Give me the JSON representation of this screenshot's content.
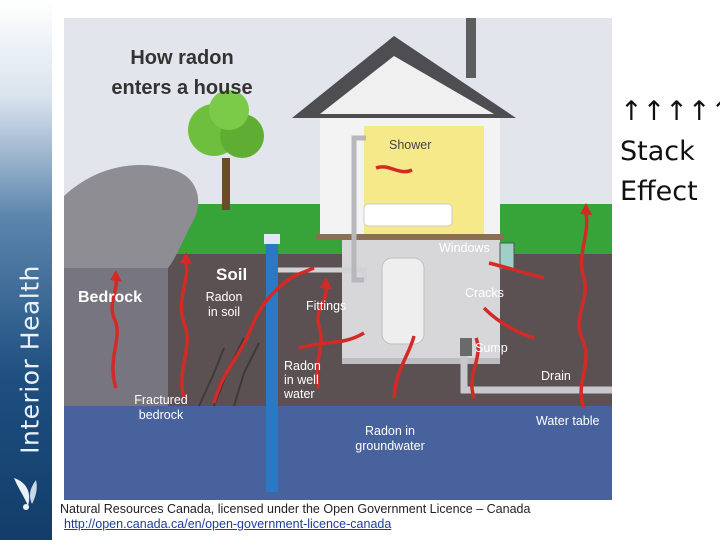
{
  "sidebar": {
    "label": "Interior Health"
  },
  "diagram": {
    "title_line1": "How radon",
    "title_line2": "enters a house",
    "labels": {
      "bedrock": "Bedrock",
      "soil": "Soil",
      "radon_in_soil_1": "Radon",
      "radon_in_soil_2": "in soil",
      "fractured_1": "Fractured",
      "fractured_2": "bedrock",
      "radon_well_1": "Radon",
      "radon_well_2": "in well",
      "radon_well_3": "water",
      "radon_gw_1": "Radon in",
      "radon_gw_2": "groundwater",
      "fittings": "Fittings",
      "cracks": "Cracks",
      "sump": "Sump",
      "drain": "Drain",
      "water_table": "Water table",
      "windows": "Windows",
      "shower": "Shower"
    },
    "colors": {
      "arrow": "#d42a26",
      "soil": "#5b5152",
      "groundwater": "#47629c",
      "grass": "#37a43a",
      "sky": "#dfe3ea"
    }
  },
  "side_note": {
    "arrows": "↑↑↑↑↑",
    "line1": "Stack",
    "line2": "Effect"
  },
  "caption": {
    "text": "Natural Resources Canada, licensed under the Open Government Licence – Canada",
    "link": "http://open.canada.ca/en/open-government-licence-canada"
  }
}
